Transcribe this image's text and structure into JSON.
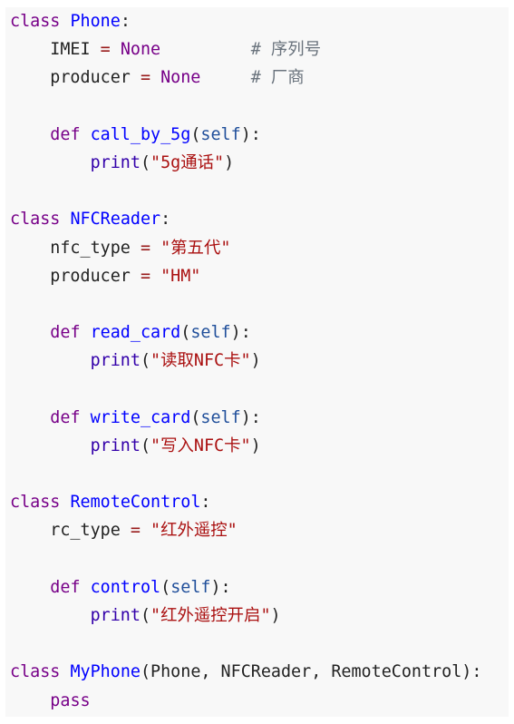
{
  "code": {
    "lines": [
      [
        {
          "t": "class",
          "c": "kw"
        },
        {
          "t": " ",
          "c": "plain"
        },
        {
          "t": "Phone",
          "c": "def"
        },
        {
          "t": ":",
          "c": "plain"
        }
      ],
      [
        {
          "t": "    IMEI ",
          "c": "plain"
        },
        {
          "t": "=",
          "c": "op"
        },
        {
          "t": " ",
          "c": "plain"
        },
        {
          "t": "None",
          "c": "const"
        },
        {
          "t": "         ",
          "c": "plain"
        },
        {
          "t": "# 序列号",
          "c": "comment"
        }
      ],
      [
        {
          "t": "    producer ",
          "c": "plain"
        },
        {
          "t": "=",
          "c": "op"
        },
        {
          "t": " ",
          "c": "plain"
        },
        {
          "t": "None",
          "c": "const"
        },
        {
          "t": "     ",
          "c": "plain"
        },
        {
          "t": "# 厂商",
          "c": "comment"
        }
      ],
      [],
      [
        {
          "t": "    ",
          "c": "plain"
        },
        {
          "t": "def",
          "c": "kw"
        },
        {
          "t": " ",
          "c": "plain"
        },
        {
          "t": "call_by_5g",
          "c": "def"
        },
        {
          "t": "(",
          "c": "plain"
        },
        {
          "t": "self",
          "c": "self"
        },
        {
          "t": "):",
          "c": "plain"
        }
      ],
      [
        {
          "t": "        ",
          "c": "plain"
        },
        {
          "t": "print",
          "c": "builtin"
        },
        {
          "t": "(",
          "c": "plain"
        },
        {
          "t": "\"5g通话\"",
          "c": "str"
        },
        {
          "t": ")",
          "c": "plain"
        }
      ],
      [],
      [
        {
          "t": "class",
          "c": "kw"
        },
        {
          "t": " ",
          "c": "plain"
        },
        {
          "t": "NFCReader",
          "c": "def"
        },
        {
          "t": ":",
          "c": "plain"
        }
      ],
      [
        {
          "t": "    nfc_type ",
          "c": "plain"
        },
        {
          "t": "=",
          "c": "op"
        },
        {
          "t": " ",
          "c": "plain"
        },
        {
          "t": "\"第五代\"",
          "c": "str"
        }
      ],
      [
        {
          "t": "    producer ",
          "c": "plain"
        },
        {
          "t": "=",
          "c": "op"
        },
        {
          "t": " ",
          "c": "plain"
        },
        {
          "t": "\"HM\"",
          "c": "str"
        }
      ],
      [],
      [
        {
          "t": "    ",
          "c": "plain"
        },
        {
          "t": "def",
          "c": "kw"
        },
        {
          "t": " ",
          "c": "plain"
        },
        {
          "t": "read_card",
          "c": "def"
        },
        {
          "t": "(",
          "c": "plain"
        },
        {
          "t": "self",
          "c": "self"
        },
        {
          "t": "):",
          "c": "plain"
        }
      ],
      [
        {
          "t": "        ",
          "c": "plain"
        },
        {
          "t": "print",
          "c": "builtin"
        },
        {
          "t": "(",
          "c": "plain"
        },
        {
          "t": "\"读取NFC卡\"",
          "c": "str"
        },
        {
          "t": ")",
          "c": "plain"
        }
      ],
      [],
      [
        {
          "t": "    ",
          "c": "plain"
        },
        {
          "t": "def",
          "c": "kw"
        },
        {
          "t": " ",
          "c": "plain"
        },
        {
          "t": "write_card",
          "c": "def"
        },
        {
          "t": "(",
          "c": "plain"
        },
        {
          "t": "self",
          "c": "self"
        },
        {
          "t": "):",
          "c": "plain"
        }
      ],
      [
        {
          "t": "        ",
          "c": "plain"
        },
        {
          "t": "print",
          "c": "builtin"
        },
        {
          "t": "(",
          "c": "plain"
        },
        {
          "t": "\"写入NFC卡\"",
          "c": "str"
        },
        {
          "t": ")",
          "c": "plain"
        }
      ],
      [],
      [
        {
          "t": "class",
          "c": "kw"
        },
        {
          "t": " ",
          "c": "plain"
        },
        {
          "t": "RemoteControl",
          "c": "def"
        },
        {
          "t": ":",
          "c": "plain"
        }
      ],
      [
        {
          "t": "    rc_type ",
          "c": "plain"
        },
        {
          "t": "=",
          "c": "op"
        },
        {
          "t": " ",
          "c": "plain"
        },
        {
          "t": "\"红外遥控\"",
          "c": "str"
        }
      ],
      [],
      [
        {
          "t": "    ",
          "c": "plain"
        },
        {
          "t": "def",
          "c": "kw"
        },
        {
          "t": " ",
          "c": "plain"
        },
        {
          "t": "control",
          "c": "def"
        },
        {
          "t": "(",
          "c": "plain"
        },
        {
          "t": "self",
          "c": "self"
        },
        {
          "t": "):",
          "c": "plain"
        }
      ],
      [
        {
          "t": "        ",
          "c": "plain"
        },
        {
          "t": "print",
          "c": "builtin"
        },
        {
          "t": "(",
          "c": "plain"
        },
        {
          "t": "\"红外遥控开启\"",
          "c": "str"
        },
        {
          "t": ")",
          "c": "plain"
        }
      ],
      [],
      [
        {
          "t": "class",
          "c": "kw"
        },
        {
          "t": " ",
          "c": "plain"
        },
        {
          "t": "MyPhone",
          "c": "def"
        },
        {
          "t": "(Phone, NFCReader, RemoteControl):",
          "c": "plain"
        }
      ],
      [
        {
          "t": "    ",
          "c": "plain"
        },
        {
          "t": "pass",
          "c": "kw"
        }
      ]
    ]
  },
  "colors": {
    "background": "#f8f8f8",
    "keyword": "#770088",
    "definition": "#0000ff",
    "string": "#aa1111",
    "comment": "#6a737d"
  }
}
